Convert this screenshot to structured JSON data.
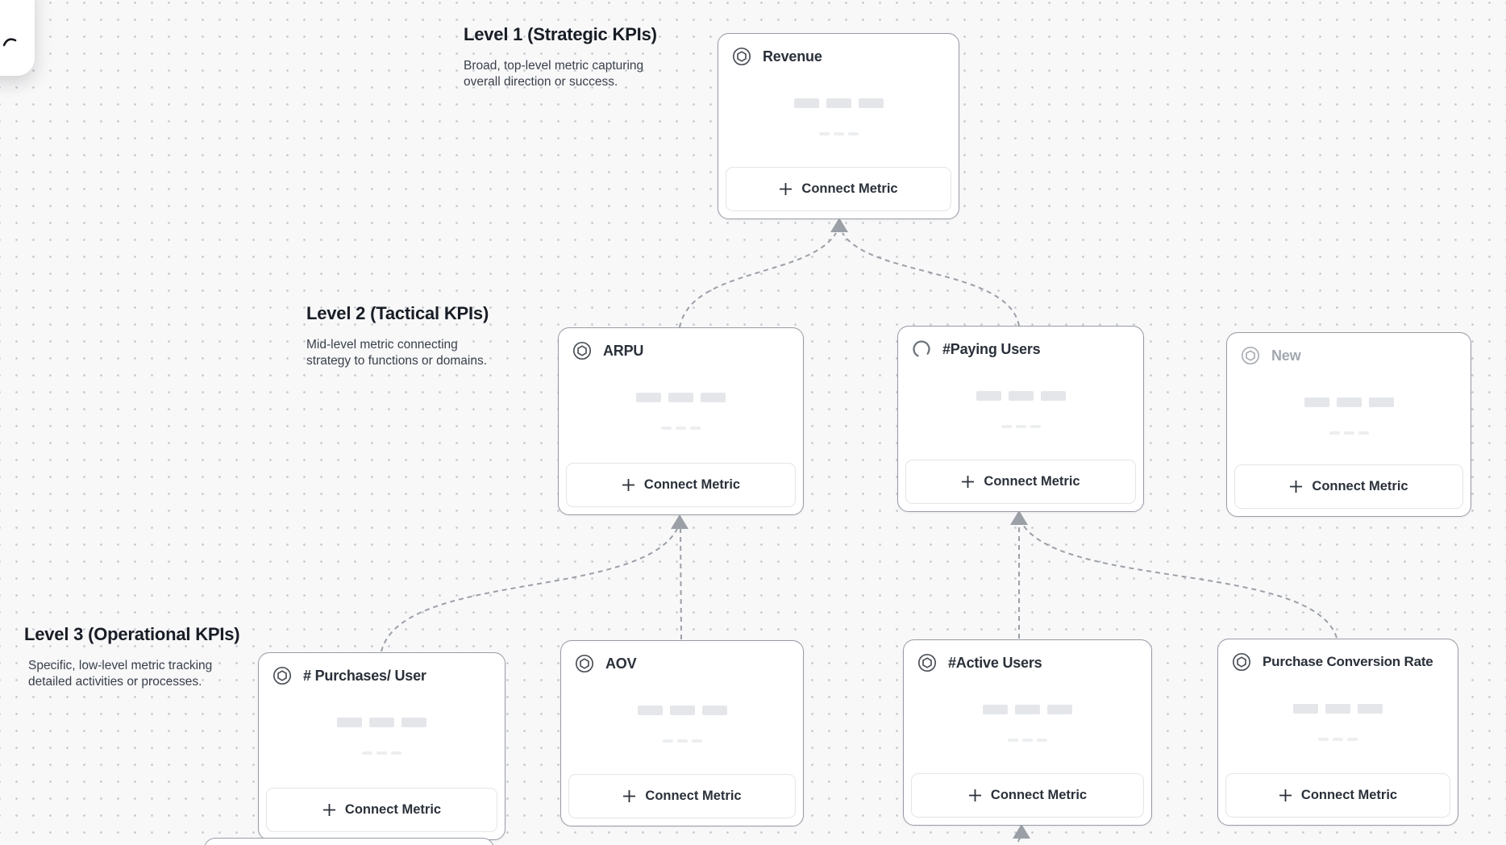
{
  "canvas": {
    "background_color": "#f8f8f9",
    "dot_color": "#c8cbd0",
    "connector_color": "#9ba0a7"
  },
  "levels": [
    {
      "title": "Level 1 (Strategic KPIs)",
      "description": "Broad, top-level metric capturing overall direction or success."
    },
    {
      "title": "Level 2 (Tactical KPIs)",
      "description": "Mid-level metric connecting strategy to functions or domains."
    },
    {
      "title": "Level 3 (Operational KPIs)",
      "description": "Specific, low-level metric tracking detailed activities or processes."
    }
  ],
  "cards": [
    {
      "title": "Revenue",
      "icon": "metric-hexagon-icon",
      "state": "default",
      "button_label": "Connect Metric"
    },
    {
      "title": "ARPU",
      "icon": "metric-hexagon-icon",
      "state": "default",
      "button_label": "Connect Metric"
    },
    {
      "title": "#Paying Users",
      "icon": "spinner-icon",
      "state": "loading",
      "button_label": "Connect Metric"
    },
    {
      "title": "New",
      "icon": "metric-hexagon-icon",
      "state": "draft",
      "button_label": "Connect Metric"
    },
    {
      "title": "# Purchases/ User",
      "icon": "metric-hexagon-icon",
      "state": "default",
      "button_label": "Connect Metric"
    },
    {
      "title": "AOV",
      "icon": "metric-hexagon-icon",
      "state": "default",
      "button_label": "Connect Metric"
    },
    {
      "title": "#Active Users",
      "icon": "metric-hexagon-icon",
      "state": "default",
      "button_label": "Connect Metric"
    },
    {
      "title": "Purchase Conversion Rate",
      "icon": "metric-hexagon-icon",
      "state": "default",
      "button_label": "Connect Metric"
    }
  ]
}
